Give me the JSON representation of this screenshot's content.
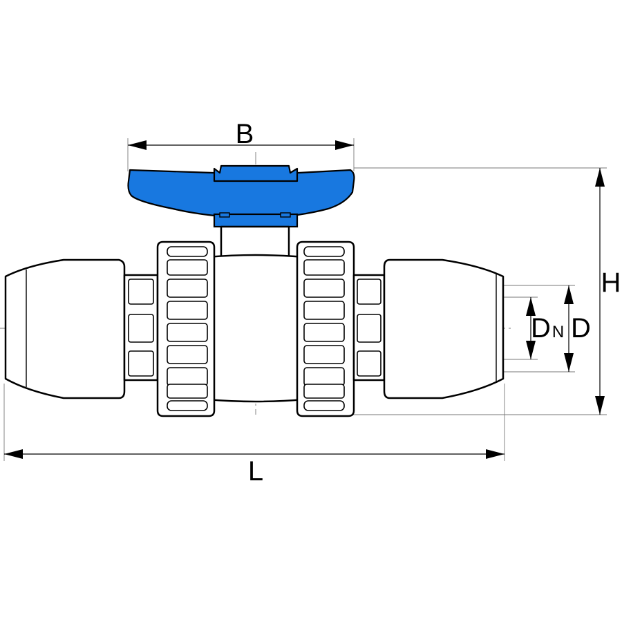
{
  "dimensions": {
    "width_label": "B",
    "height_label": "H",
    "length_label": "L",
    "nominal_diameter_main": "D",
    "nominal_diameter_sub": "N",
    "outer_diameter_label": "D"
  },
  "colors": {
    "handle": "#1878e0",
    "outline": "#000000",
    "background": "#ffffff"
  }
}
